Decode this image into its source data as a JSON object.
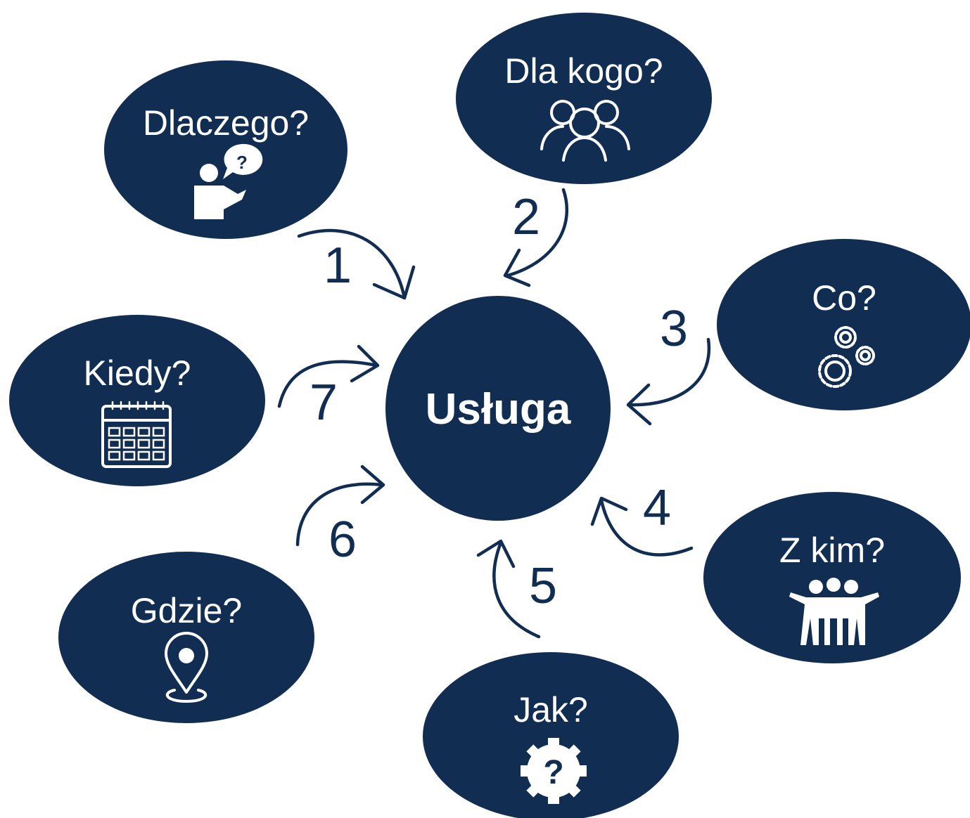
{
  "center": {
    "label": "Usługa"
  },
  "nodes": [
    {
      "id": "dlaczego",
      "label": "Dlaczego?",
      "number": "1",
      "icon": "person-question-icon"
    },
    {
      "id": "dla-kogo",
      "label": "Dla kogo?",
      "number": "2",
      "icon": "group-icon"
    },
    {
      "id": "co",
      "label": "Co?",
      "number": "3",
      "icon": "gears-icon"
    },
    {
      "id": "z-kim",
      "label": "Z kim?",
      "number": "4",
      "icon": "team-icon"
    },
    {
      "id": "jak",
      "label": "Jak?",
      "number": "5",
      "icon": "gear-question-icon"
    },
    {
      "id": "gdzie",
      "label": "Gdzie?",
      "number": "6",
      "icon": "location-pin-icon"
    },
    {
      "id": "kiedy",
      "label": "Kiedy?",
      "number": "7",
      "icon": "calendar-icon"
    }
  ],
  "colors": {
    "bubble": "#112d52",
    "text": "#ffffff",
    "background": "#ffffff"
  }
}
